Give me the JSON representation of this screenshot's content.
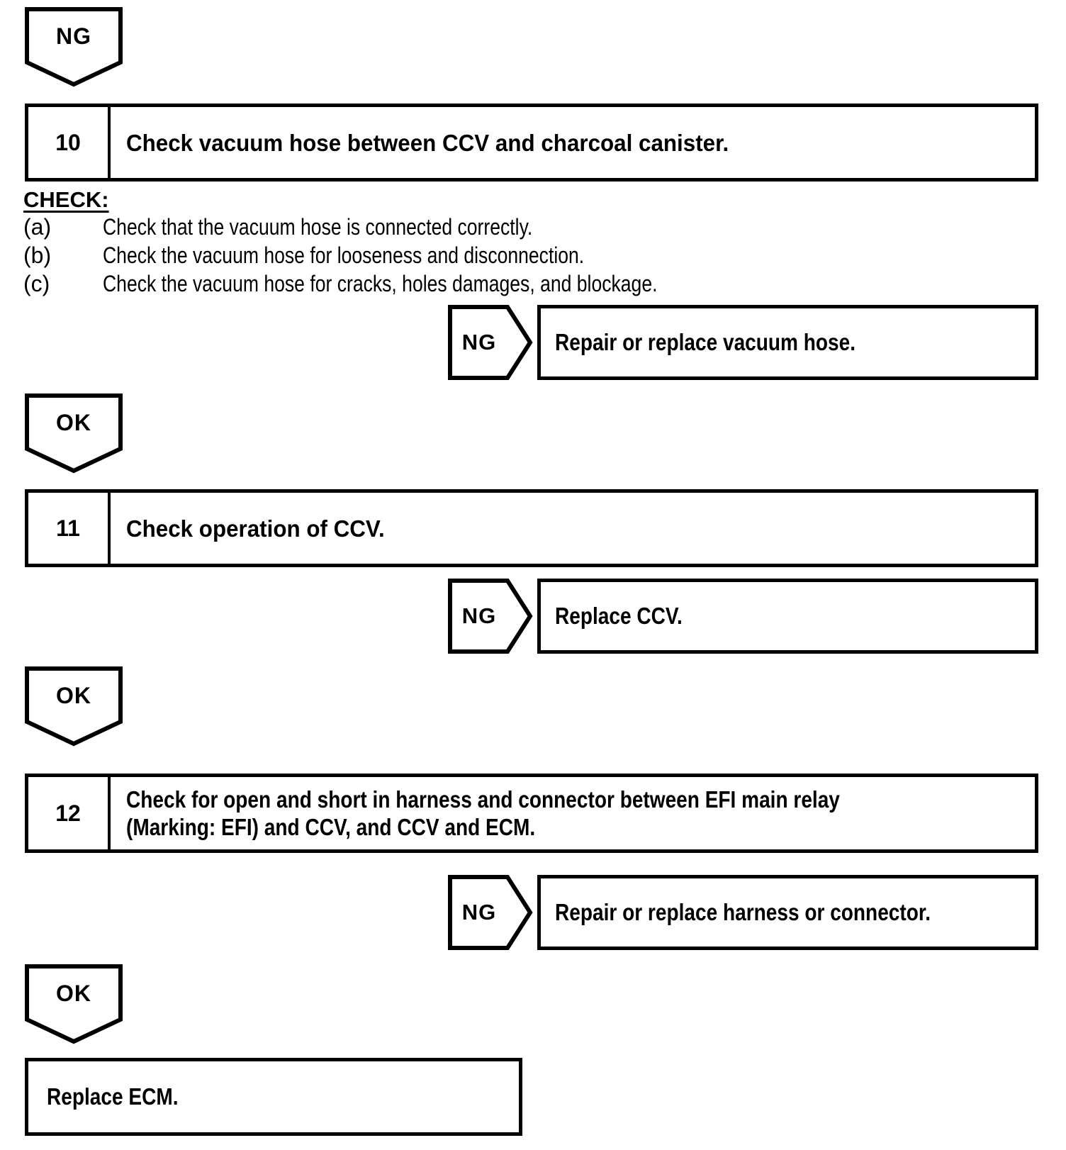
{
  "flowchart": {
    "top_connector": {
      "label": "NG"
    },
    "steps": [
      {
        "number": "10",
        "title_lines": [
          "Check vacuum hose between CCV and charcoal canister."
        ]
      },
      {
        "number": "11",
        "title_lines": [
          "Check operation of CCV."
        ]
      },
      {
        "number": "12",
        "title_lines": [
          "Check for open and short in harness and connector between EFI main relay",
          "(Marking: EFI) and CCV, and CCV and ECM."
        ]
      }
    ],
    "check_section": {
      "heading": "CHECK:",
      "items": [
        {
          "label": "(a)",
          "text": "Check that the vacuum hose is connected correctly."
        },
        {
          "label": "(b)",
          "text": "Check the vacuum hose for looseness and disconnection."
        },
        {
          "label": "(c)",
          "text": "Check the vacuum hose for cracks, holes damages, and blockage."
        }
      ]
    },
    "ng_branches": [
      {
        "label": "NG",
        "result": "Repair or replace vacuum hose."
      },
      {
        "label": "NG",
        "result": "Replace CCV."
      },
      {
        "label": "NG",
        "result": "Repair or replace harness or connector."
      }
    ],
    "ok_connectors": [
      {
        "label": "OK"
      },
      {
        "label": "OK"
      },
      {
        "label": "OK"
      }
    ],
    "final_action": "Replace ECM.",
    "line_color": "#000000",
    "background_color": "#ffffff"
  }
}
